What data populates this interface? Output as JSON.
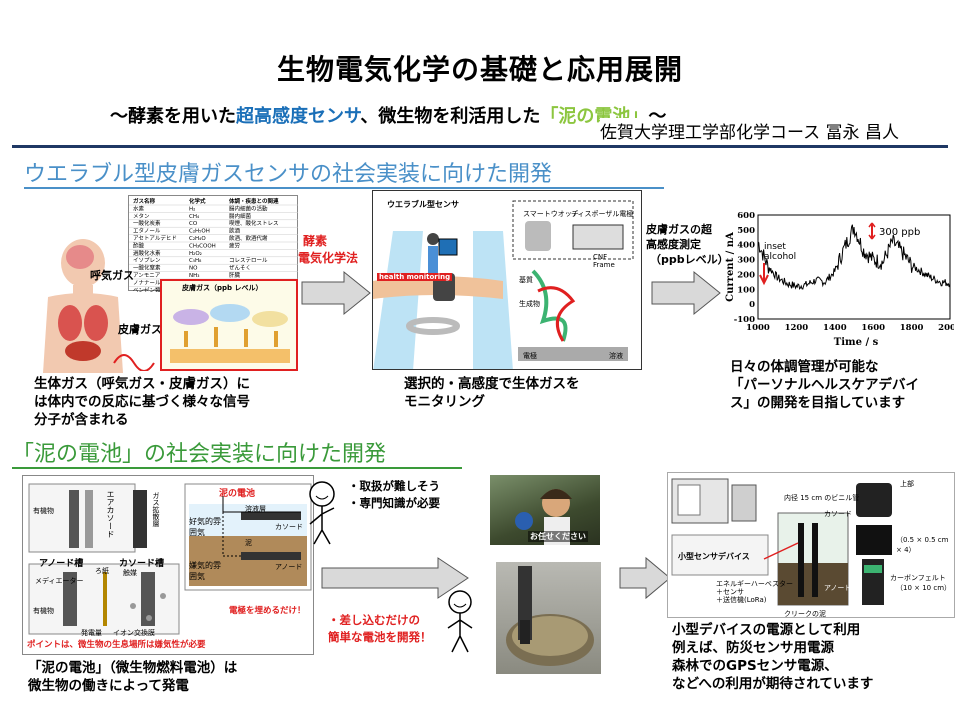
{
  "header": {
    "title": "生物電気化学の基礎と応用展開",
    "subtitle_pre": "～酵素を用いた",
    "subtitle_hl1": "超高感度センサ",
    "subtitle_mid": "、微生物を利活用した",
    "subtitle_hl2": "「泥の電池」",
    "subtitle_post": "～",
    "author": "佐賀大学理工学部化学コース 冨永 昌人"
  },
  "section1": {
    "heading": "ウエラブル型皮膚ガスセンサの社会実装に向けた開発",
    "label_enzyme": "酵素",
    "label_method": "電気化学法",
    "label_measure_1": "皮膚ガスの超",
    "label_measure_2": "高感度測定",
    "label_measure_3": "（ppbレベル）",
    "caption_left_1": "生体ガス（呼気ガス・皮膚ガス）に",
    "caption_left_2": "は体内での反応に基づく様々な信号",
    "caption_left_3": "分子が含まれる",
    "caption_mid_1": "選択的・高感度で生体ガスを",
    "caption_mid_2": "モニタリング",
    "caption_right_1": "日々の体調管理が可能な",
    "caption_right_2": "「パーソナルヘルスケアデバイ",
    "caption_right_3": "ス」の開発を目指しています",
    "fig1": {
      "breath_gas": "呼気ガス",
      "skin_gas": "皮膚ガス",
      "skin_gas_ppb": "皮膚ガス（ppb レベル）",
      "table_head": [
        "ガス名称",
        "化学式",
        "体調・疾患との関連"
      ],
      "table_rows": [
        [
          "水素",
          "H₂",
          "腸内細菌の活動"
        ],
        [
          "メタン",
          "CH₄",
          "腸内細菌"
        ],
        [
          "一酸化炭素",
          "CO",
          "喫煙、酸化ストレス"
        ],
        [
          "エタノール",
          "C₂H₅OH",
          "飲酒"
        ],
        [
          "アセトアルデヒド",
          "C₂H₄O",
          "飲酒、飲酒代謝"
        ],
        [
          "酢酸",
          "CH₃COOH",
          "疲労"
        ],
        [
          "過酸化水素",
          "H₂O₂",
          ""
        ],
        [
          "イソプレン",
          "C₅H₈",
          "コレステロール"
        ],
        [
          "一酸化窒素",
          "NO",
          "ぜんそく"
        ],
        [
          "アンモニア",
          "NH₃",
          "肝臓"
        ],
        [
          "ノナナール",
          "C₉H₁₈O",
          "加齢臭"
        ],
        [
          "ベンゼン類",
          "",
          ""
        ]
      ]
    },
    "fig2": {
      "title": "ウエラブル型センサ",
      "smartwatch": "スマートウオッチ",
      "disposable": "ディスポーザル電極",
      "monitor": "health monitoring",
      "cnf": "CNF",
      "frame": "Frame",
      "substrate": "基質",
      "biomolecule": "生成物",
      "electrode": "電極",
      "solution": "溶液"
    },
    "chart_data": {
      "type": "line",
      "xlabel": "Time / s",
      "ylabel": "Current / nA",
      "xlim": [
        1000,
        2000
      ],
      "ylim": [
        -100,
        600
      ],
      "xticks": [
        "1000",
        "1200",
        "1400",
        "1600",
        "1800",
        "2000"
      ],
      "yticks": [
        "-100",
        "0",
        "100",
        "200",
        "300",
        "400",
        "500",
        "600"
      ],
      "annotations": [
        "inset",
        "alcohol",
        "300 ppb"
      ],
      "x": [
        1000,
        1050,
        1100,
        1150,
        1200,
        1250,
        1300,
        1350,
        1400,
        1450,
        1500,
        1550,
        1600,
        1650,
        1700,
        1750,
        1800,
        1850,
        1900,
        1950,
        2000
      ],
      "values": [
        420,
        260,
        180,
        140,
        120,
        130,
        160,
        150,
        220,
        380,
        520,
        360,
        300,
        280,
        420,
        350,
        260,
        220,
        180,
        150,
        140
      ]
    }
  },
  "section2": {
    "heading": "「泥の電池」の社会実装に向けた開発",
    "bubble_1": "・取扱が難しそう",
    "bubble_2": "・専門知識が必要",
    "note_1": "・差し込むだけの",
    "note_2": "簡単な電池を開発！",
    "caption_left_1": "「泥の電池」（微生物燃料電池）は",
    "caption_left_2": "微生物の働きによって発電",
    "caption_right_1": "小型デバイスの電源として利用",
    "caption_right_2": "例えば、防災センサ用電源",
    "caption_right_3": "森林でのGPSセンサ電源、",
    "caption_right_4": "などへの利用が期待されています",
    "fig3": {
      "air_cathode": "エアカソード",
      "microbe": "有機物",
      "membrane": "ガス拡散層",
      "anode_tank": "アノード槽",
      "cathode_tank": "カソード槽",
      "mediator": "メディエーター",
      "filter": "ろ紙",
      "catalyst": "触媒",
      "power": "発電量",
      "ion_membrane": "イオン交換膜",
      "mud_battery": "泥の電池",
      "aerobic": "好気的雰囲気",
      "anaerobic": "嫌気的雰囲気",
      "solution_layer": "溶液層",
      "cathode": "カソード",
      "anode": "アノード",
      "mud": "泥",
      "bury": "電極を埋めるだけ！",
      "point": "ポイントは、微生物の生息場所は嫌気性が必要"
    },
    "tv_caption": "お任せください",
    "fig4": {
      "small_device": "小型センサデバイス",
      "energy": "エネルギーハーベスター",
      "sensor": "＋センサ",
      "comm": "＋送信機(LoRa)",
      "cathode_label": "カソード",
      "anode_label": "アノード",
      "creek": "クリークの泥",
      "bottle": "内径 15 cm のビニル管",
      "top": "上部",
      "carbon": "カーボンフェルト",
      "size1": "（0.5 × 0.5 cm × 4）",
      "size2": "（10 × 10 cm）"
    }
  }
}
